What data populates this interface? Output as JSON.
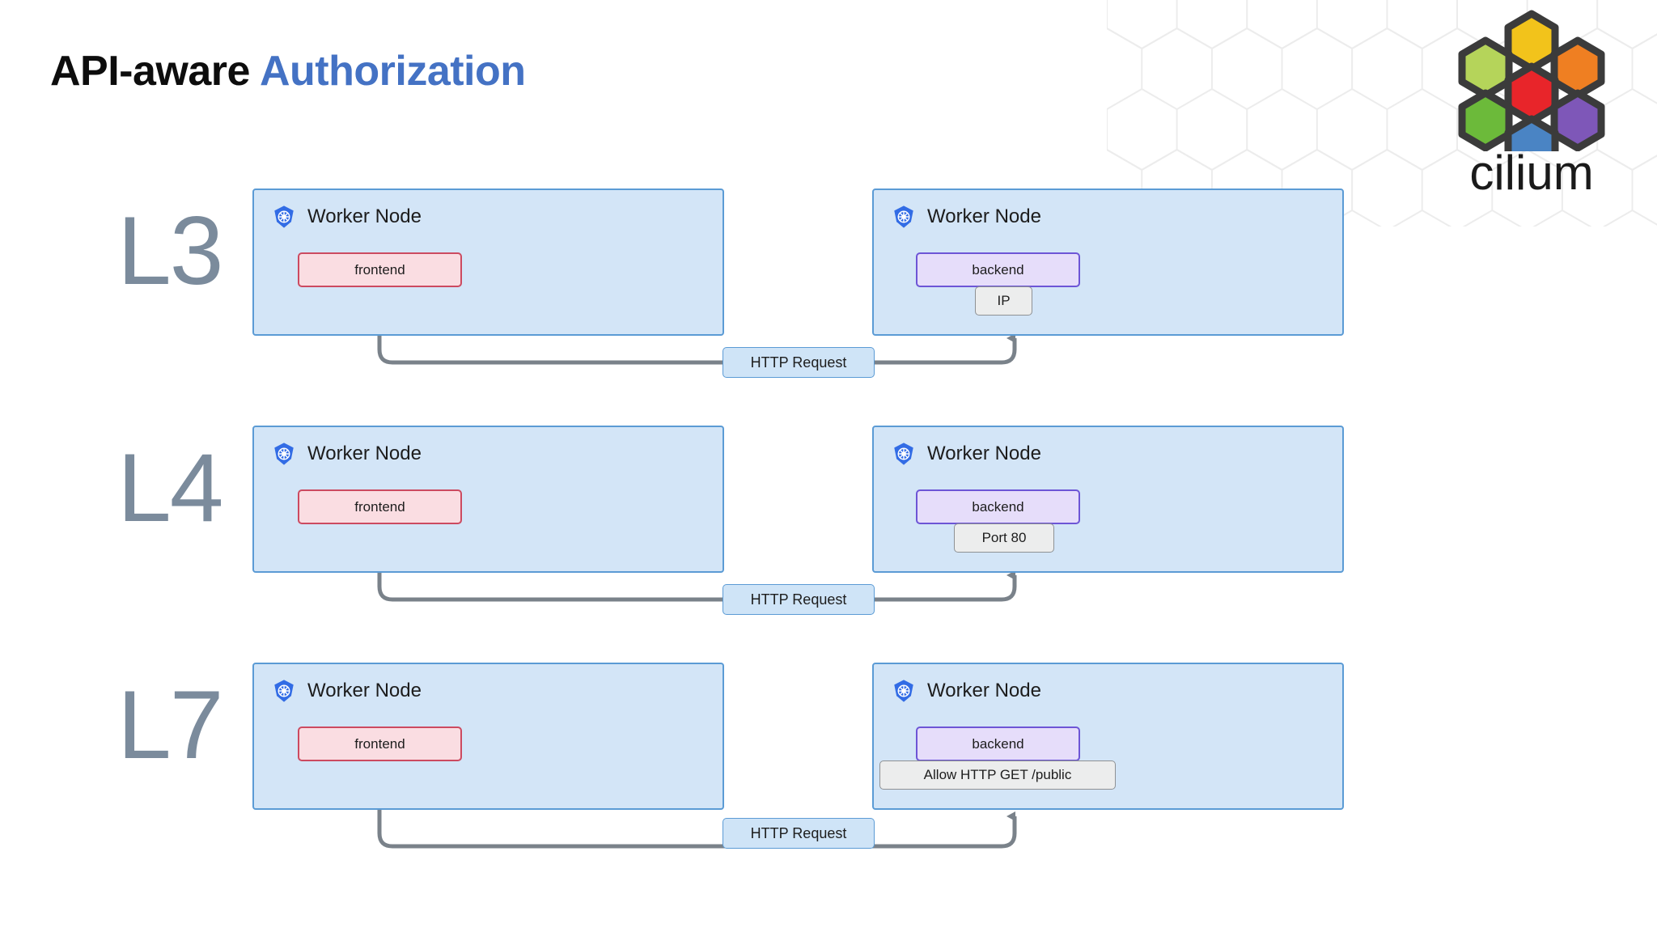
{
  "page": {
    "title_part1": "API-aware ",
    "title_part2": "Authorization",
    "background": "#ffffff",
    "accent_blue": "#4472c4"
  },
  "logo": {
    "wordmark": "cilium",
    "name": "cilium-logo",
    "hex_colors": {
      "top": "#f2c31b",
      "upper_left": "#b5d45a",
      "upper_right": "#ef7f22",
      "center": "#e8252a",
      "lower_left": "#6cba3a",
      "lower_right": "#7e57b8",
      "bottom": "#4a84c4",
      "outline": "#3b3b3b"
    }
  },
  "colors": {
    "node_fill": "#d3e5f7",
    "node_border": "#5b9bd5",
    "frontend_fill": "#fadde2",
    "frontend_border": "#cc4a60",
    "backend_fill": "#e6ddfa",
    "backend_border": "#6d55d6",
    "policy_fill": "#eceded",
    "policy_border": "#8e9194",
    "request_fill": "#cfe4f7",
    "request_border": "#5b9bd5",
    "connector": "#7a828a",
    "row_label": "#7b8b9c"
  },
  "rows": [
    {
      "id": "l3",
      "label": "L3",
      "source_node": {
        "title": "Worker Node",
        "icon": "kubernetes-icon"
      },
      "source_pod": "frontend",
      "dest_node": {
        "title": "Worker Node",
        "icon": "kubernetes-icon"
      },
      "dest_pod": "backend",
      "policy": "IP",
      "request_label": "HTTP Request"
    },
    {
      "id": "l4",
      "label": "L4",
      "source_node": {
        "title": "Worker Node",
        "icon": "kubernetes-icon"
      },
      "source_pod": "frontend",
      "dest_node": {
        "title": "Worker Node",
        "icon": "kubernetes-icon"
      },
      "dest_pod": "backend",
      "policy": "Port 80",
      "request_label": "HTTP Request"
    },
    {
      "id": "l7",
      "label": "L7",
      "source_node": {
        "title": "Worker Node",
        "icon": "kubernetes-icon"
      },
      "source_pod": "frontend",
      "dest_node": {
        "title": "Worker Node",
        "icon": "kubernetes-icon"
      },
      "dest_pod": "backend",
      "policy": "Allow HTTP GET /public",
      "request_label": "HTTP Request"
    }
  ]
}
